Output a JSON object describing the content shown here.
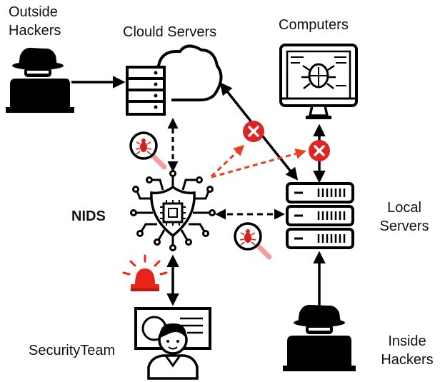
{
  "labels": {
    "outside_hackers_1": "Outside",
    "outside_hackers_2": "Hackers",
    "cloud_servers": "Clould Servers",
    "computers": "Computers",
    "nids": "NIDS",
    "local_servers_1": "Local",
    "local_servers_2": "Servers",
    "security_team": "SecurityTeam",
    "inside_hackers_1": "Inside",
    "inside_hackers_2": "Hackers"
  },
  "icons": {
    "outside_hacker": "hacker-icon",
    "inside_hacker": "hacker-icon",
    "cloud_server": "cloud-server-icon",
    "computer": "computer-bug-icon",
    "nids": "shield-chip-icon",
    "local_server": "server-rack-icon",
    "security_team": "security-person-icon",
    "alarm": "alarm-siren-icon",
    "inspect_bug": "magnifier-bug-icon",
    "blocked": "blocked-x-icon"
  },
  "colors": {
    "ink": "#000000",
    "attack": "#e8401c",
    "blocked": "#e02424",
    "siren": "#e8241c"
  }
}
